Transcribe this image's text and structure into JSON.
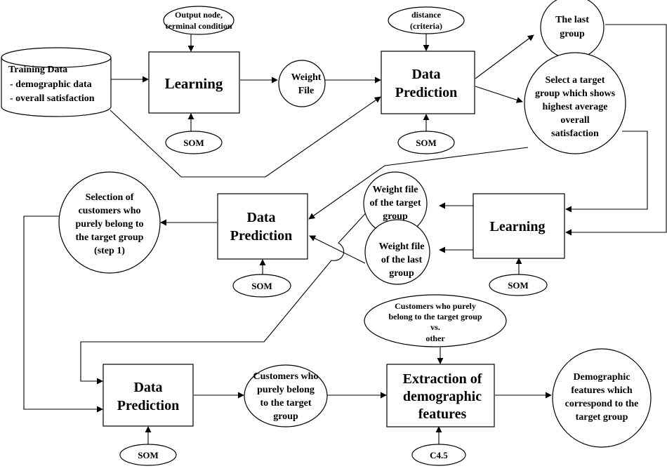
{
  "diagram": {
    "training_data": {
      "title": "Training Data",
      "items": [
        "- demographic data",
        "- overall satisfaction"
      ]
    },
    "output_node": [
      "Output node,",
      "terminal condition"
    ],
    "distance": [
      "distance",
      "(criteria)"
    ],
    "learning_1": "Learning",
    "som_1": "SOM",
    "weight_file": [
      "Weight",
      "File"
    ],
    "prediction_1": [
      "Data",
      "Prediction"
    ],
    "som_2": "SOM",
    "last_group": [
      "The last",
      "group"
    ],
    "target_select": [
      "Select a target",
      "group which shows",
      "highest average",
      "overall",
      "satisfaction"
    ],
    "learning_2": "Learning",
    "som_3": "SOM",
    "weight_target": [
      "Weight file",
      "of the target",
      "group"
    ],
    "weight_last": [
      "Weight file",
      "of the last",
      "group"
    ],
    "prediction_2": [
      "Data",
      "Prediction"
    ],
    "som_4": "SOM",
    "selection": [
      "Selection of",
      "customers who",
      "purely belong to",
      "the target group",
      "(step 1)"
    ],
    "prediction_3": [
      "Data",
      "Prediction"
    ],
    "som_5": "SOM",
    "customers": [
      "Customers who",
      "purely belong",
      "to the target",
      "group"
    ],
    "comparison": [
      "Customers who purely",
      "belong to the target group",
      "vs.",
      "other"
    ],
    "extraction": [
      "Extraction of",
      "demographic",
      "features"
    ],
    "c45": "C4.5",
    "demographic": [
      "Demographic",
      "features which",
      "correspond to the",
      "target group"
    ]
  }
}
